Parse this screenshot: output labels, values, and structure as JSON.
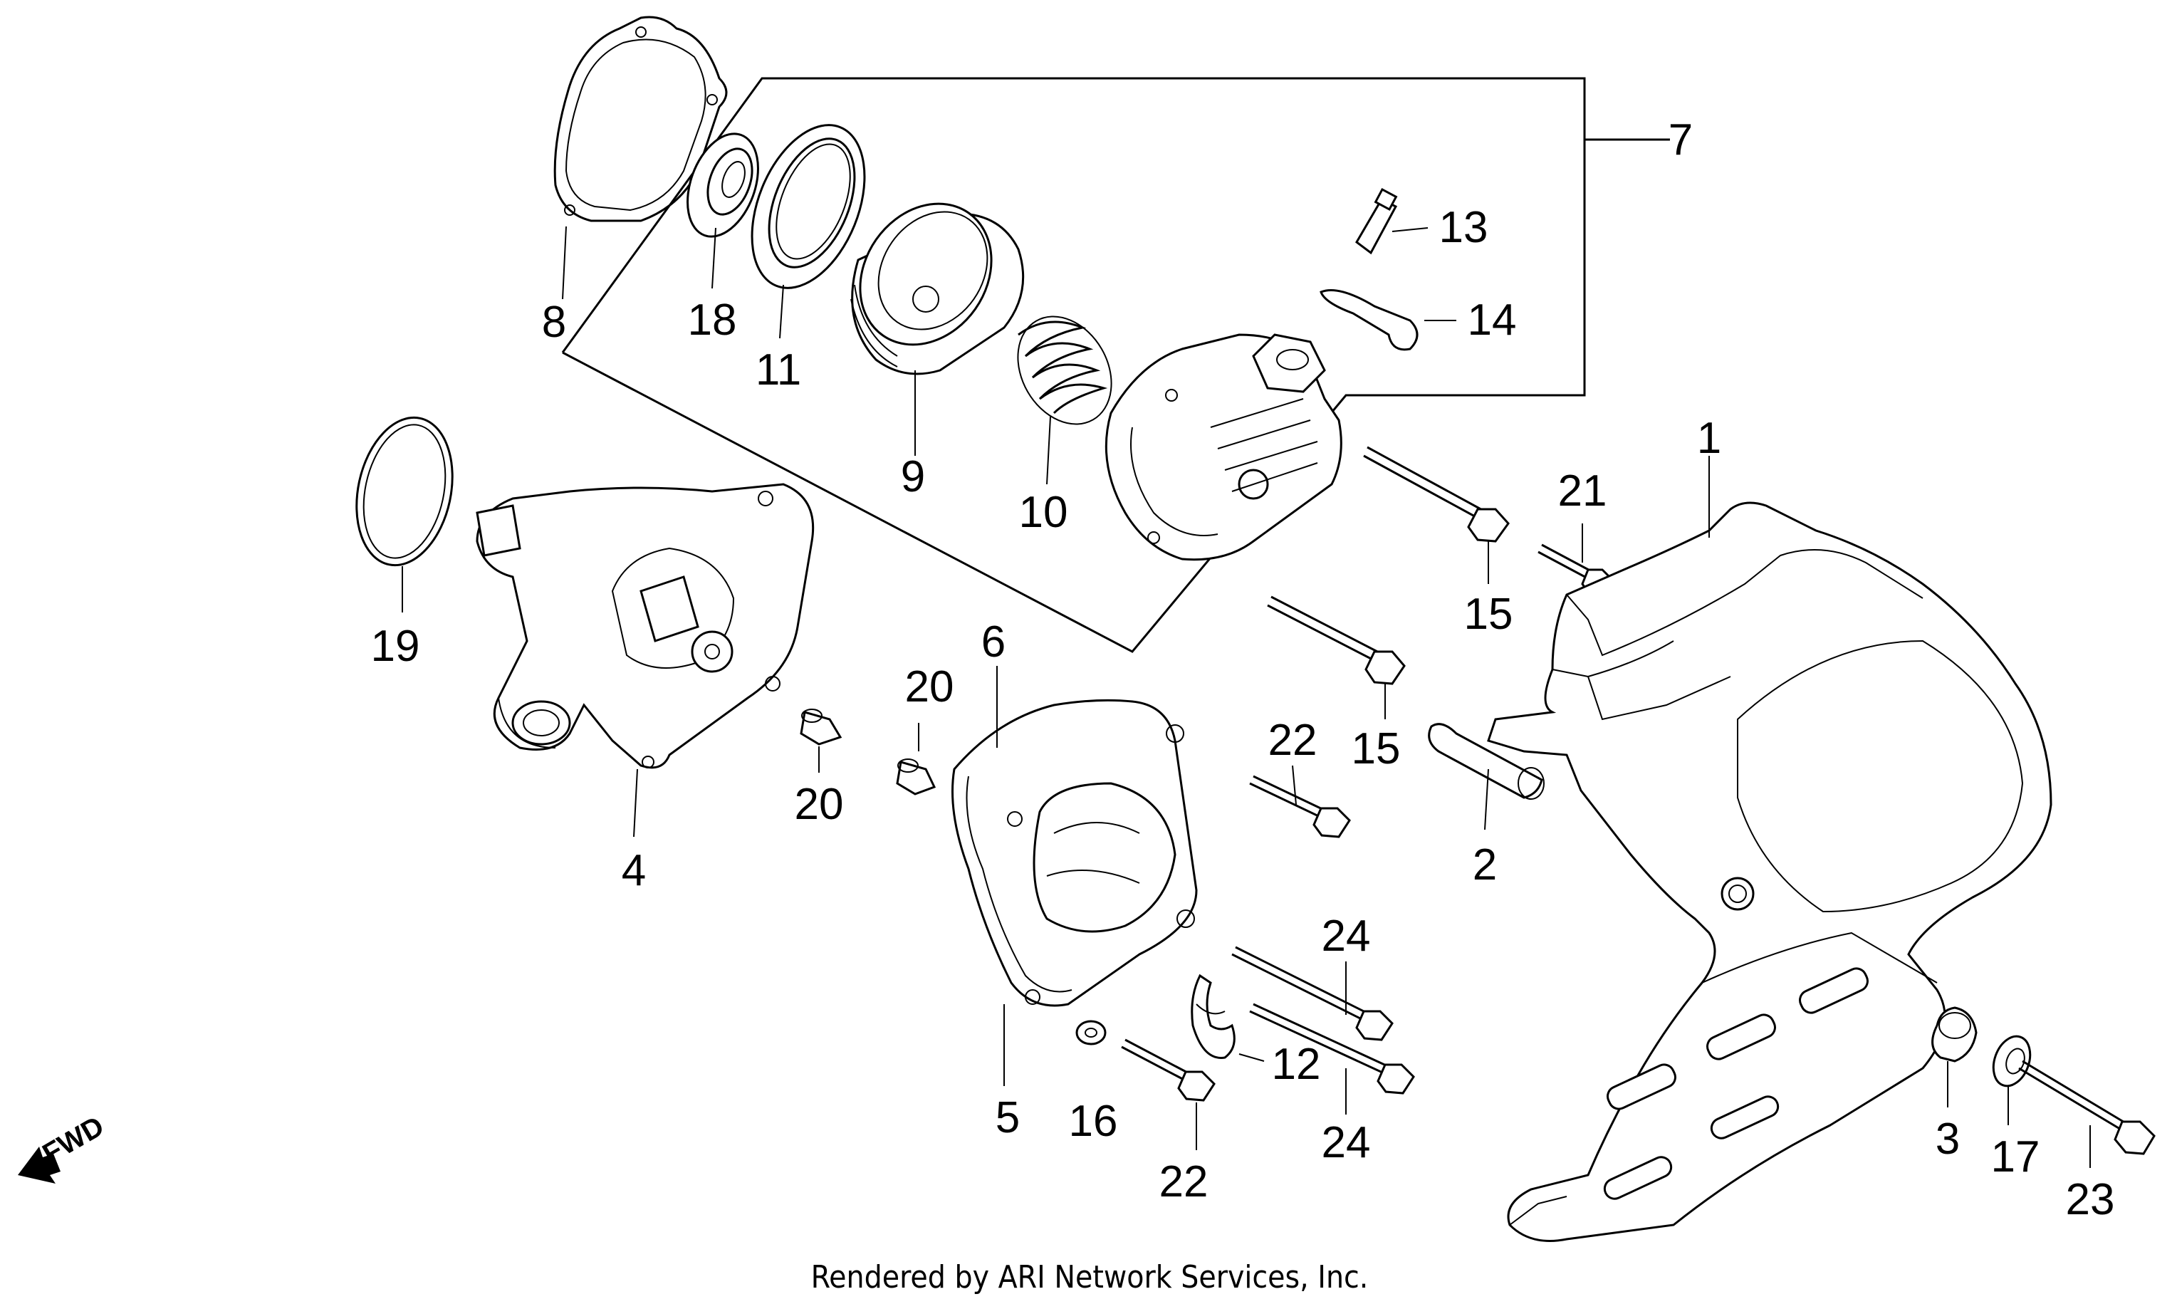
{
  "labels": {
    "l1": "1",
    "l2": "2",
    "l3": "3",
    "l4": "4",
    "l5": "5",
    "l6": "6",
    "l7": "7",
    "l8": "8",
    "l9": "9",
    "l10": "10",
    "l11": "11",
    "l12": "12",
    "l13": "13",
    "l14": "14",
    "l15a": "15",
    "l15b": "15",
    "l16": "16",
    "l17": "17",
    "l18": "18",
    "l19": "19",
    "l20a": "20",
    "l20b": "20",
    "l21": "21",
    "l22a": "22",
    "l22b": "22",
    "l23": "23",
    "l24a": "24",
    "l24b": "24"
  },
  "fwd": "FWD",
  "credit": "Rendered by ARI Network Services, Inc."
}
